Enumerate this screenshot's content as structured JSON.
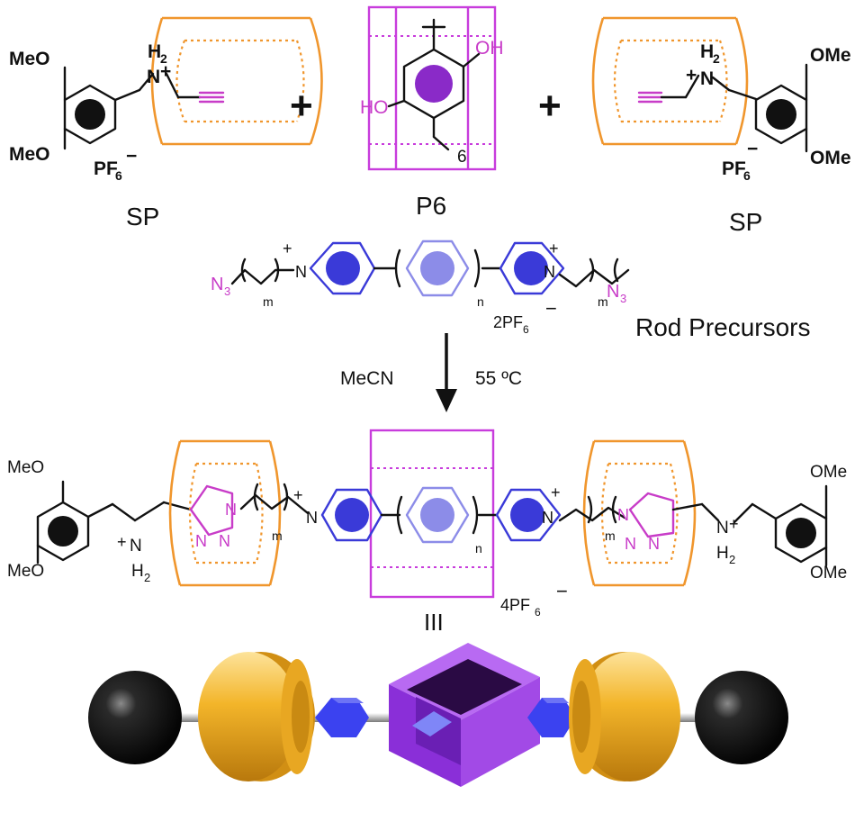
{
  "labels": {
    "sp_left": "SP",
    "p6": "P6",
    "sp_right": "SP",
    "plus": "+",
    "rod_precursors": "Rod Precursors",
    "solvent": "MeCN",
    "temperature": "55 ºC",
    "meo": "MeO",
    "ome": "OMe",
    "h2": "H",
    "h2_sub": "2",
    "n_plus": "N",
    "pf6": "PF",
    "pf6_sub": "6",
    "minus": "−",
    "ho": "HO",
    "oh": "OH",
    "p6_repeat": "6",
    "n3": "N",
    "n3_sub": "3",
    "m": "m",
    "n": "n",
    "two_pf6": "2PF",
    "four_pf6": "4PF",
    "triazole_n": "N",
    "three_bars": "III"
  },
  "colors": {
    "sp_ring": "#f0962d",
    "pillararene": "#c83cdc",
    "viologen": "#3a3ad8",
    "spacer_phenyl": "#8c8ce8",
    "azide_alkyne": "#c83cc8",
    "stopper": "#111111",
    "model_sp": "#f3b52a",
    "model_p6": "#9a35e0",
    "model_rod": "#3b42f0"
  }
}
